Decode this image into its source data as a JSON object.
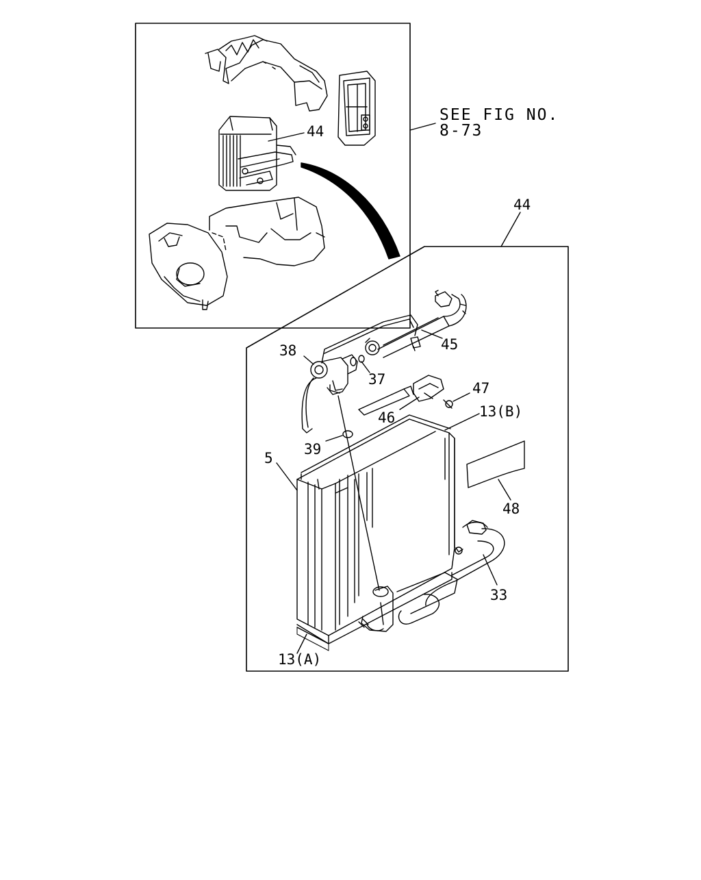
{
  "labels": {
    "inset_44": "44",
    "main_44": "44",
    "see_fig_line1": "SEE FIG NO.",
    "see_fig_line2": "8-73",
    "p38": "38",
    "p37": "37",
    "p45": "45",
    "p46": "46",
    "p47": "47",
    "p13b": "13(B)",
    "p39": "39",
    "p5": "5",
    "p48": "48",
    "p33": "33",
    "p13a": "13(A)"
  }
}
